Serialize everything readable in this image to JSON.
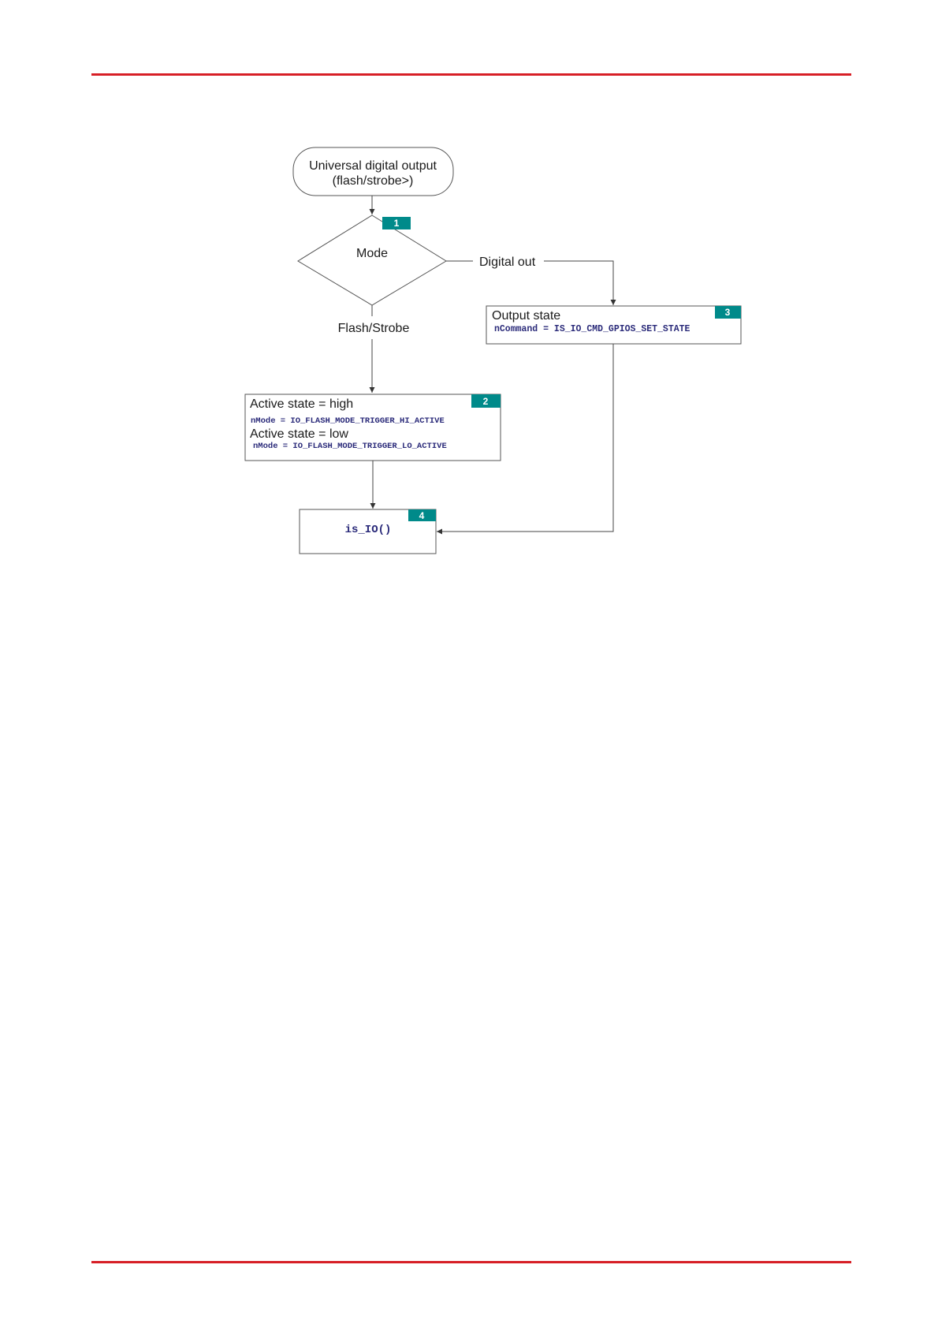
{
  "colors": {
    "rule": "#d71f26",
    "badge": "#008a8a",
    "code_text": "#2b2b7a"
  },
  "flowchart": {
    "start": {
      "line1": "Universal digital output",
      "line2": "(flash/strobe>)"
    },
    "decision": {
      "label": "Mode",
      "badge": "1"
    },
    "branch_right_label": "Digital out",
    "branch_down_label": "Flash/Strobe",
    "box2": {
      "badge": "2",
      "high_label": "Active state = high",
      "high_code": "nMode = IO_FLASH_MODE_TRIGGER_HI_ACTIVE",
      "low_label": "Active state = low",
      "low_code": "nMode = IO_FLASH_MODE_TRIGGER_LO_ACTIVE"
    },
    "box3": {
      "badge": "3",
      "label": "Output state",
      "code": "nCommand = IS_IO_CMD_GPIOS_SET_STATE"
    },
    "box4": {
      "badge": "4",
      "code": "is_IO()"
    }
  }
}
